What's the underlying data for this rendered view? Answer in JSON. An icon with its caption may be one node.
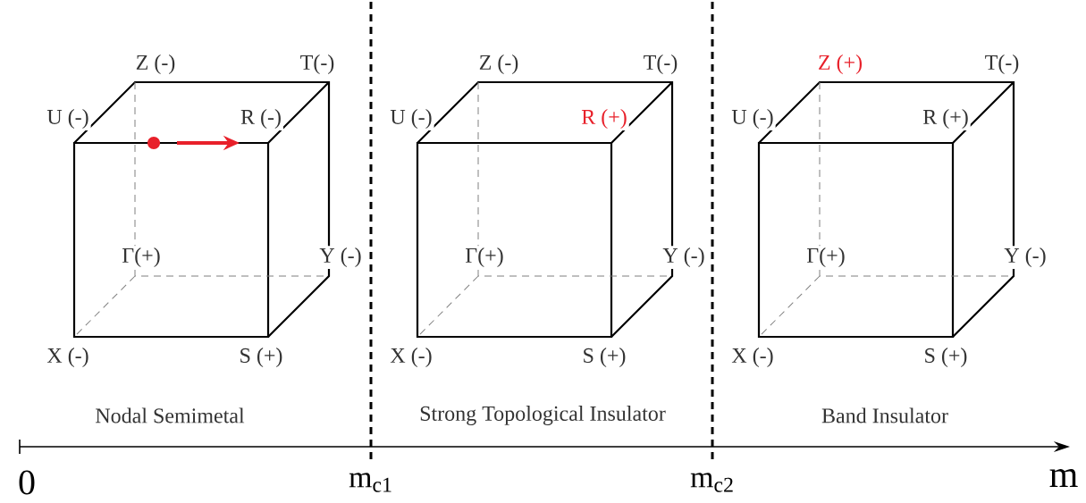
{
  "diagram": {
    "labels": [
      "Z (-)",
      "T(-)",
      "U (-)",
      "R (-)",
      "Γ(+)",
      "Y (-)",
      "X (-)",
      "S (+)",
      "Z (-)",
      "T(-)",
      "U (-)",
      "R (+)",
      "Γ(+)",
      "Y (-)",
      "X (-)",
      "S (+)",
      "Z (+)",
      "T(-)",
      "U (-)",
      "R (+)",
      "Γ(+)",
      "Y (-)",
      "X (-)",
      "S (+)",
      "Nodal Semimetal",
      "Strong Topological Insulator",
      "Band Insulator",
      "0",
      "m$_{c1}$",
      "m$_{c2}$",
      "m"
    ]
  }
}
